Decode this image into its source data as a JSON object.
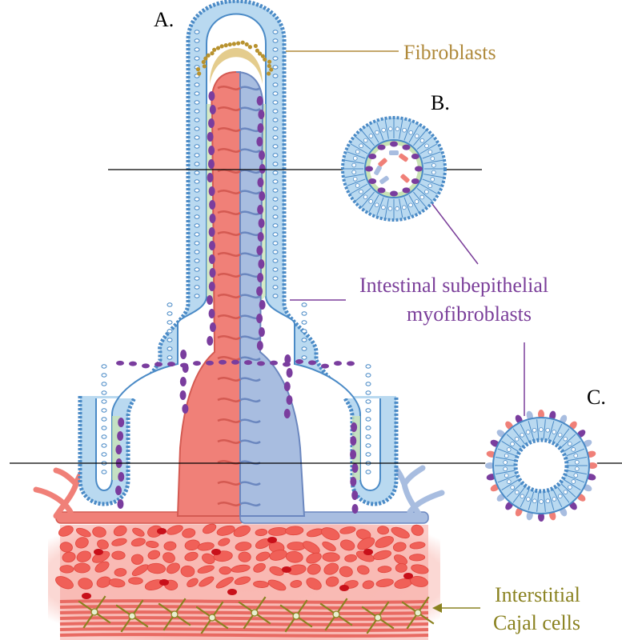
{
  "labels": {
    "panel_a": "A.",
    "panel_b": "B.",
    "panel_c": "C.",
    "fibroblasts": "Fibroblasts",
    "isemf_line1": "Intestinal subepithelial",
    "isemf_line2": "myofibroblasts",
    "icc_line1": "Interstitial",
    "icc_line2": "Cajal cells"
  },
  "colors": {
    "epithelium": "#4a8ac6",
    "epithelium_fill": "#b9d9f0",
    "fibroblast": "#b8922e",
    "myofibroblast": "#7a3d9e",
    "artery": "#f08078",
    "vein": "#a8bde0",
    "muscle": "#f06058",
    "muscle_bg": "#fbd0cc",
    "lamina": "#c9e3b4",
    "cajal": "#8a8220",
    "label_fibro": "#b08a3c",
    "label_myo": "#7b3f9a"
  }
}
